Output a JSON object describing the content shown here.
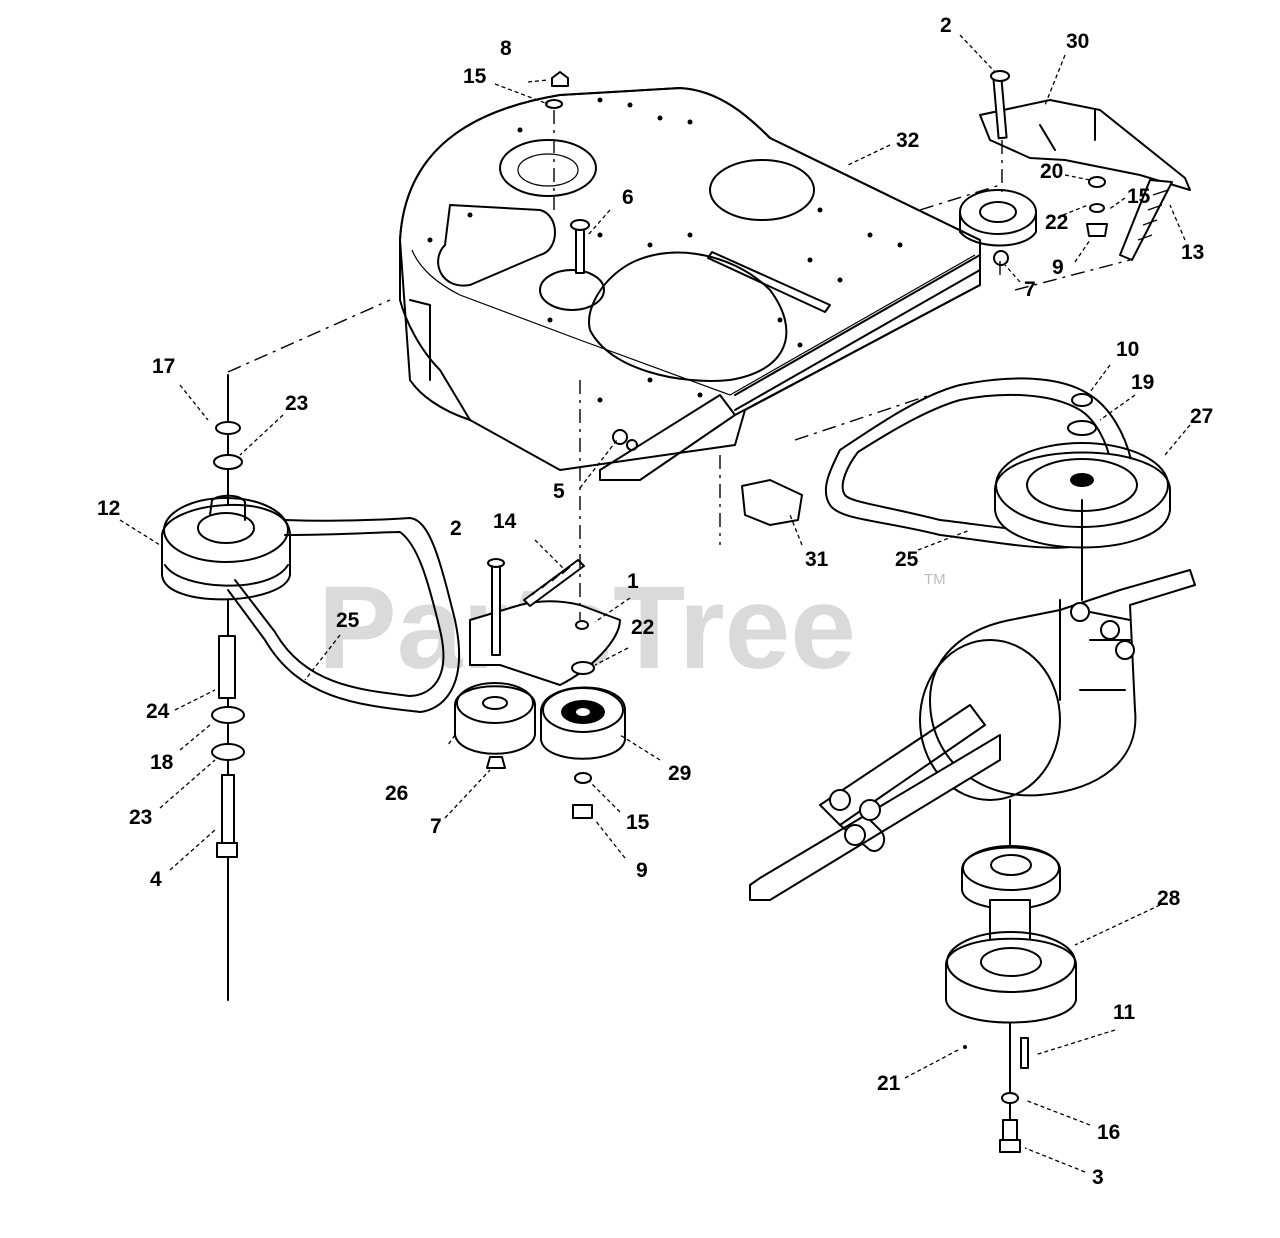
{
  "watermark": {
    "text": "PartsTree",
    "trademark": "TM"
  },
  "callouts": {
    "c1": "1",
    "c2a": "2",
    "c2b": "2",
    "c3": "3",
    "c4": "4",
    "c5": "5",
    "c6": "6",
    "c7a": "7",
    "c7b": "7",
    "c8": "8",
    "c9a": "9",
    "c9b": "9",
    "c10": "10",
    "c11": "11",
    "c12": "12",
    "c13": "13",
    "c14": "14",
    "c15a": "15",
    "c15b": "15",
    "c15c": "15",
    "c16": "16",
    "c17": "17",
    "c18": "18",
    "c19": "19",
    "c20": "20",
    "c21": "21",
    "c22a": "22",
    "c22b": "22",
    "c23a": "23",
    "c23b": "23",
    "c24": "24",
    "c25a": "25",
    "c25b": "25",
    "c26": "26",
    "c27": "27",
    "c28": "28",
    "c29": "29",
    "c30": "30",
    "c31": "31",
    "c32": "32"
  }
}
